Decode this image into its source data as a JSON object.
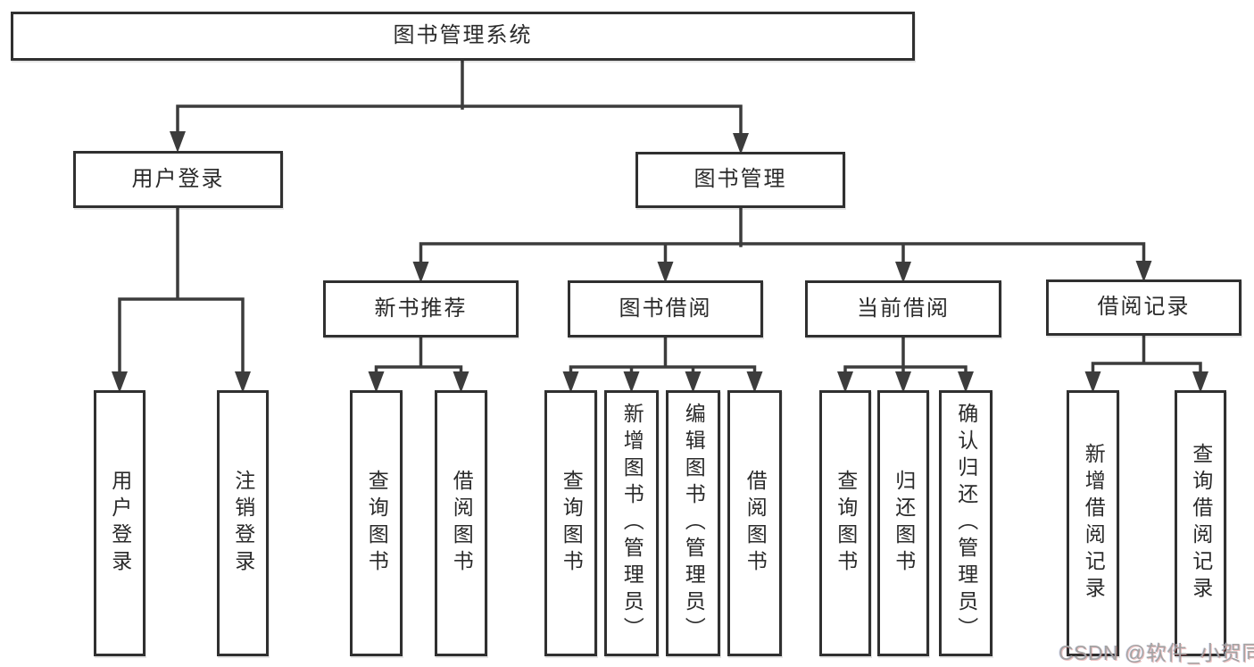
{
  "tree": {
    "root": {
      "label": "图书管理系统"
    },
    "user_login": {
      "label": "用户登录",
      "children": [
        {
          "label": "用户登录"
        },
        {
          "label": "注销登录"
        }
      ]
    },
    "book_mgmt": {
      "label": "图书管理",
      "sections": [
        {
          "label": "新书推荐",
          "children": [
            {
              "label": "查询图书"
            },
            {
              "label": "借阅图书"
            }
          ]
        },
        {
          "label": "图书借阅",
          "children": [
            {
              "label": "查询图书"
            },
            {
              "label": "新增图书（管理员）"
            },
            {
              "label": "编辑图书（管理员）"
            },
            {
              "label": "借阅图书"
            }
          ]
        },
        {
          "label": "当前借阅",
          "children": [
            {
              "label": "查询图书"
            },
            {
              "label": "归还图书"
            },
            {
              "label": "确认归还（管理员）"
            }
          ]
        },
        {
          "label": "借阅记录",
          "children": [
            {
              "label": "新增借阅记录"
            },
            {
              "label": "查询借阅记录"
            }
          ]
        }
      ]
    }
  },
  "watermark": {
    "text": "CSDN @软件_小贺同学"
  },
  "colors": {
    "line": "#3c3c3c",
    "box_border": "#303030",
    "box_fill": "#ffffff",
    "text": "#2a2a2a",
    "watermark": "#a3a3a3",
    "background": "#ffffff"
  }
}
